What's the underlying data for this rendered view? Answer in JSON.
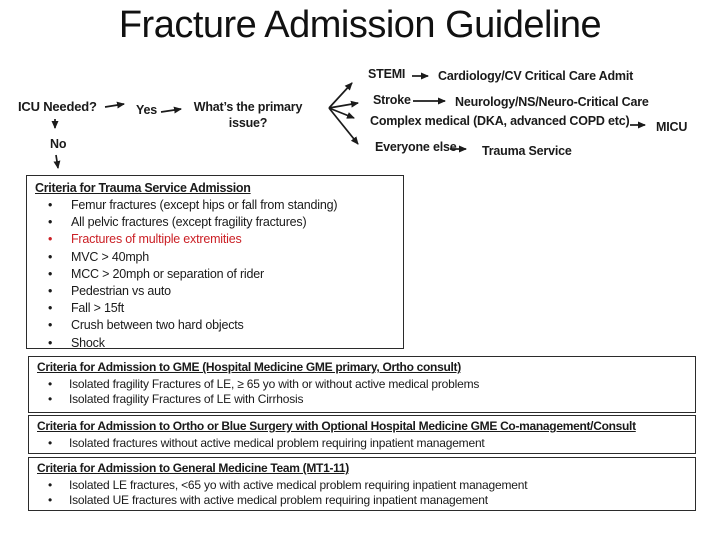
{
  "title": "Fracture Admission Guideline",
  "flowchart": {
    "icu_question": "ICU Needed?",
    "yes": "Yes",
    "no": "No",
    "primary_issue": "What’s the primary issue?",
    "branches": [
      {
        "label": "STEMI",
        "target": "Cardiology/CV Critical Care Admit"
      },
      {
        "label": "Stroke",
        "target": "Neurology/NS/Neuro-Critical Care"
      },
      {
        "label": "Complex medical (DKA, advanced COPD etc)",
        "target": "MICU"
      },
      {
        "label": "Everyone else",
        "target": "Trauma Service"
      }
    ]
  },
  "boxes": [
    {
      "title": "Criteria for Trauma Service Admission",
      "items": [
        {
          "text": "Femur fractures (except hips or fall from standing)"
        },
        {
          "text": "All pelvic fractures (except fragility fractures)"
        },
        {
          "text": "Fractures of multiple extremities",
          "red": true
        },
        {
          "text": "MVC > 40mph"
        },
        {
          "text": "MCC > 20mph or separation of rider"
        },
        {
          "text": "Pedestrian vs auto"
        },
        {
          "text": "Fall > 15ft"
        },
        {
          "text": "Crush between two hard objects"
        },
        {
          "text": "Shock"
        }
      ]
    },
    {
      "title": "Criteria for Admission to GME (Hospital Medicine GME primary, Ortho consult)",
      "items": [
        {
          "text": "Isolated fragility Fractures of LE, ≥ 65 yo with or without active medical problems"
        },
        {
          "text": "Isolated fragility Fractures of LE with Cirrhosis"
        }
      ]
    },
    {
      "title": "Criteria for Admission to Ortho or Blue Surgery with Optional Hospital Medicine GME Co-management/Consult",
      "items": [
        {
          "text": "Isolated fractures without active medical problem requiring inpatient management"
        }
      ]
    },
    {
      "title": "Criteria for Admission to General Medicine Team (MT1-11)",
      "items": [
        {
          "text": "Isolated LE fractures, <65 yo with active medical problem requiring inpatient management"
        },
        {
          "text": "Isolated UE fractures with active medical problem requiring inpatient management"
        }
      ]
    }
  ],
  "colors": {
    "red_highlight": "#cb2026",
    "text": "#1a1a1a"
  }
}
